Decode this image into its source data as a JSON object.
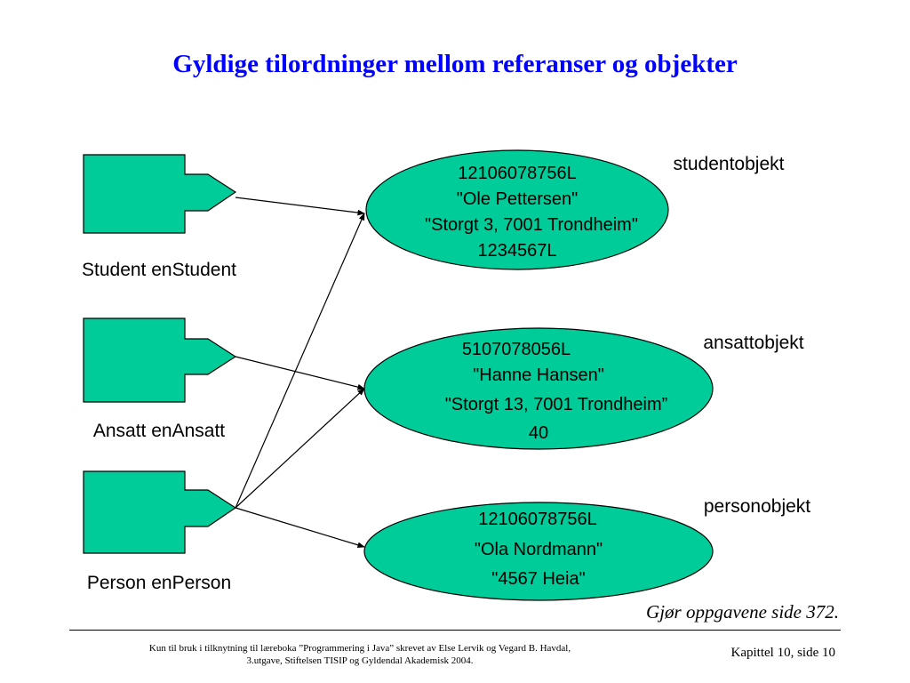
{
  "slide": {
    "title": "Gyldige tilordninger mellom referanser og objekter",
    "exercise_note": "Gjør oppgavene side 372.",
    "footer": {
      "credit_line1": "Kun til bruk i tilknytning til læreboka ”Programmering i Java” skrevet av Else Lervik og Vegard B. Havdal,",
      "credit_line2": "3.utgave, Stiftelsen TISIP og Gyldendal Akademisk 2004.",
      "page_label": "Kapittel 10, side 10"
    }
  },
  "diagram": {
    "colors": {
      "shape_fill": "#00cc99",
      "outline": "#000000",
      "arrow": "#000000"
    },
    "references": [
      {
        "label": "Student enStudent"
      },
      {
        "label": "Ansatt enAnsatt"
      },
      {
        "label": "Person enPerson"
      }
    ],
    "objects": [
      {
        "label": "studentobjekt",
        "lines": [
          "12106078756L",
          "\"Ole Pettersen\"",
          "\"Storgt 3, 7001 Trondheim\"",
          "1234567L"
        ]
      },
      {
        "label": "ansattobjekt",
        "lines": [
          "5107078056L",
          "\"Hanne Hansen\"",
          "\"Storgt 13, 7001 Trondheim”",
          "40"
        ]
      },
      {
        "label": "personobjekt",
        "lines": [
          "12106078756L",
          "\"Ola Nordmann\"",
          "\"4567 Heia\""
        ]
      }
    ],
    "connections": [
      {
        "from": "Student enStudent",
        "to": "studentobjekt"
      },
      {
        "from": "Ansatt enAnsatt",
        "to": "ansattobjekt"
      },
      {
        "from": "Person enPerson",
        "to": "studentobjekt"
      },
      {
        "from": "Person enPerson",
        "to": "ansattobjekt"
      },
      {
        "from": "Person enPerson",
        "to": "personobjekt"
      }
    ]
  }
}
